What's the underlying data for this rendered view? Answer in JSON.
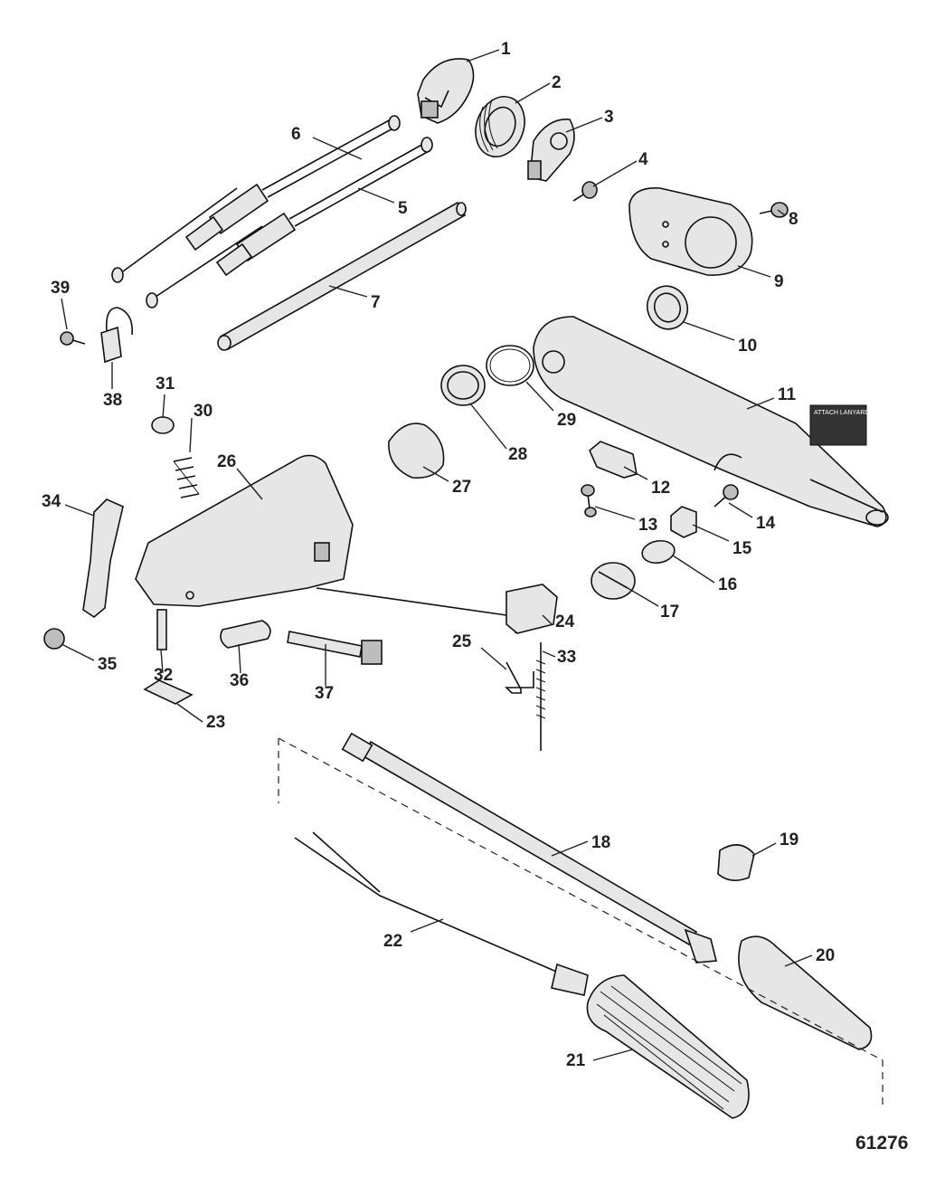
{
  "figure_number": "61276",
  "decal_text": "ATTACH LANYARD",
  "callouts": [
    "1",
    "2",
    "3",
    "4",
    "5",
    "6",
    "7",
    "8",
    "9",
    "10",
    "11",
    "12",
    "13",
    "14",
    "15",
    "16",
    "17",
    "18",
    "19",
    "20",
    "21",
    "22",
    "23",
    "24",
    "25",
    "26",
    "27",
    "28",
    "29",
    "30",
    "31",
    "32",
    "33",
    "34",
    "35",
    "36",
    "37",
    "38",
    "39"
  ]
}
